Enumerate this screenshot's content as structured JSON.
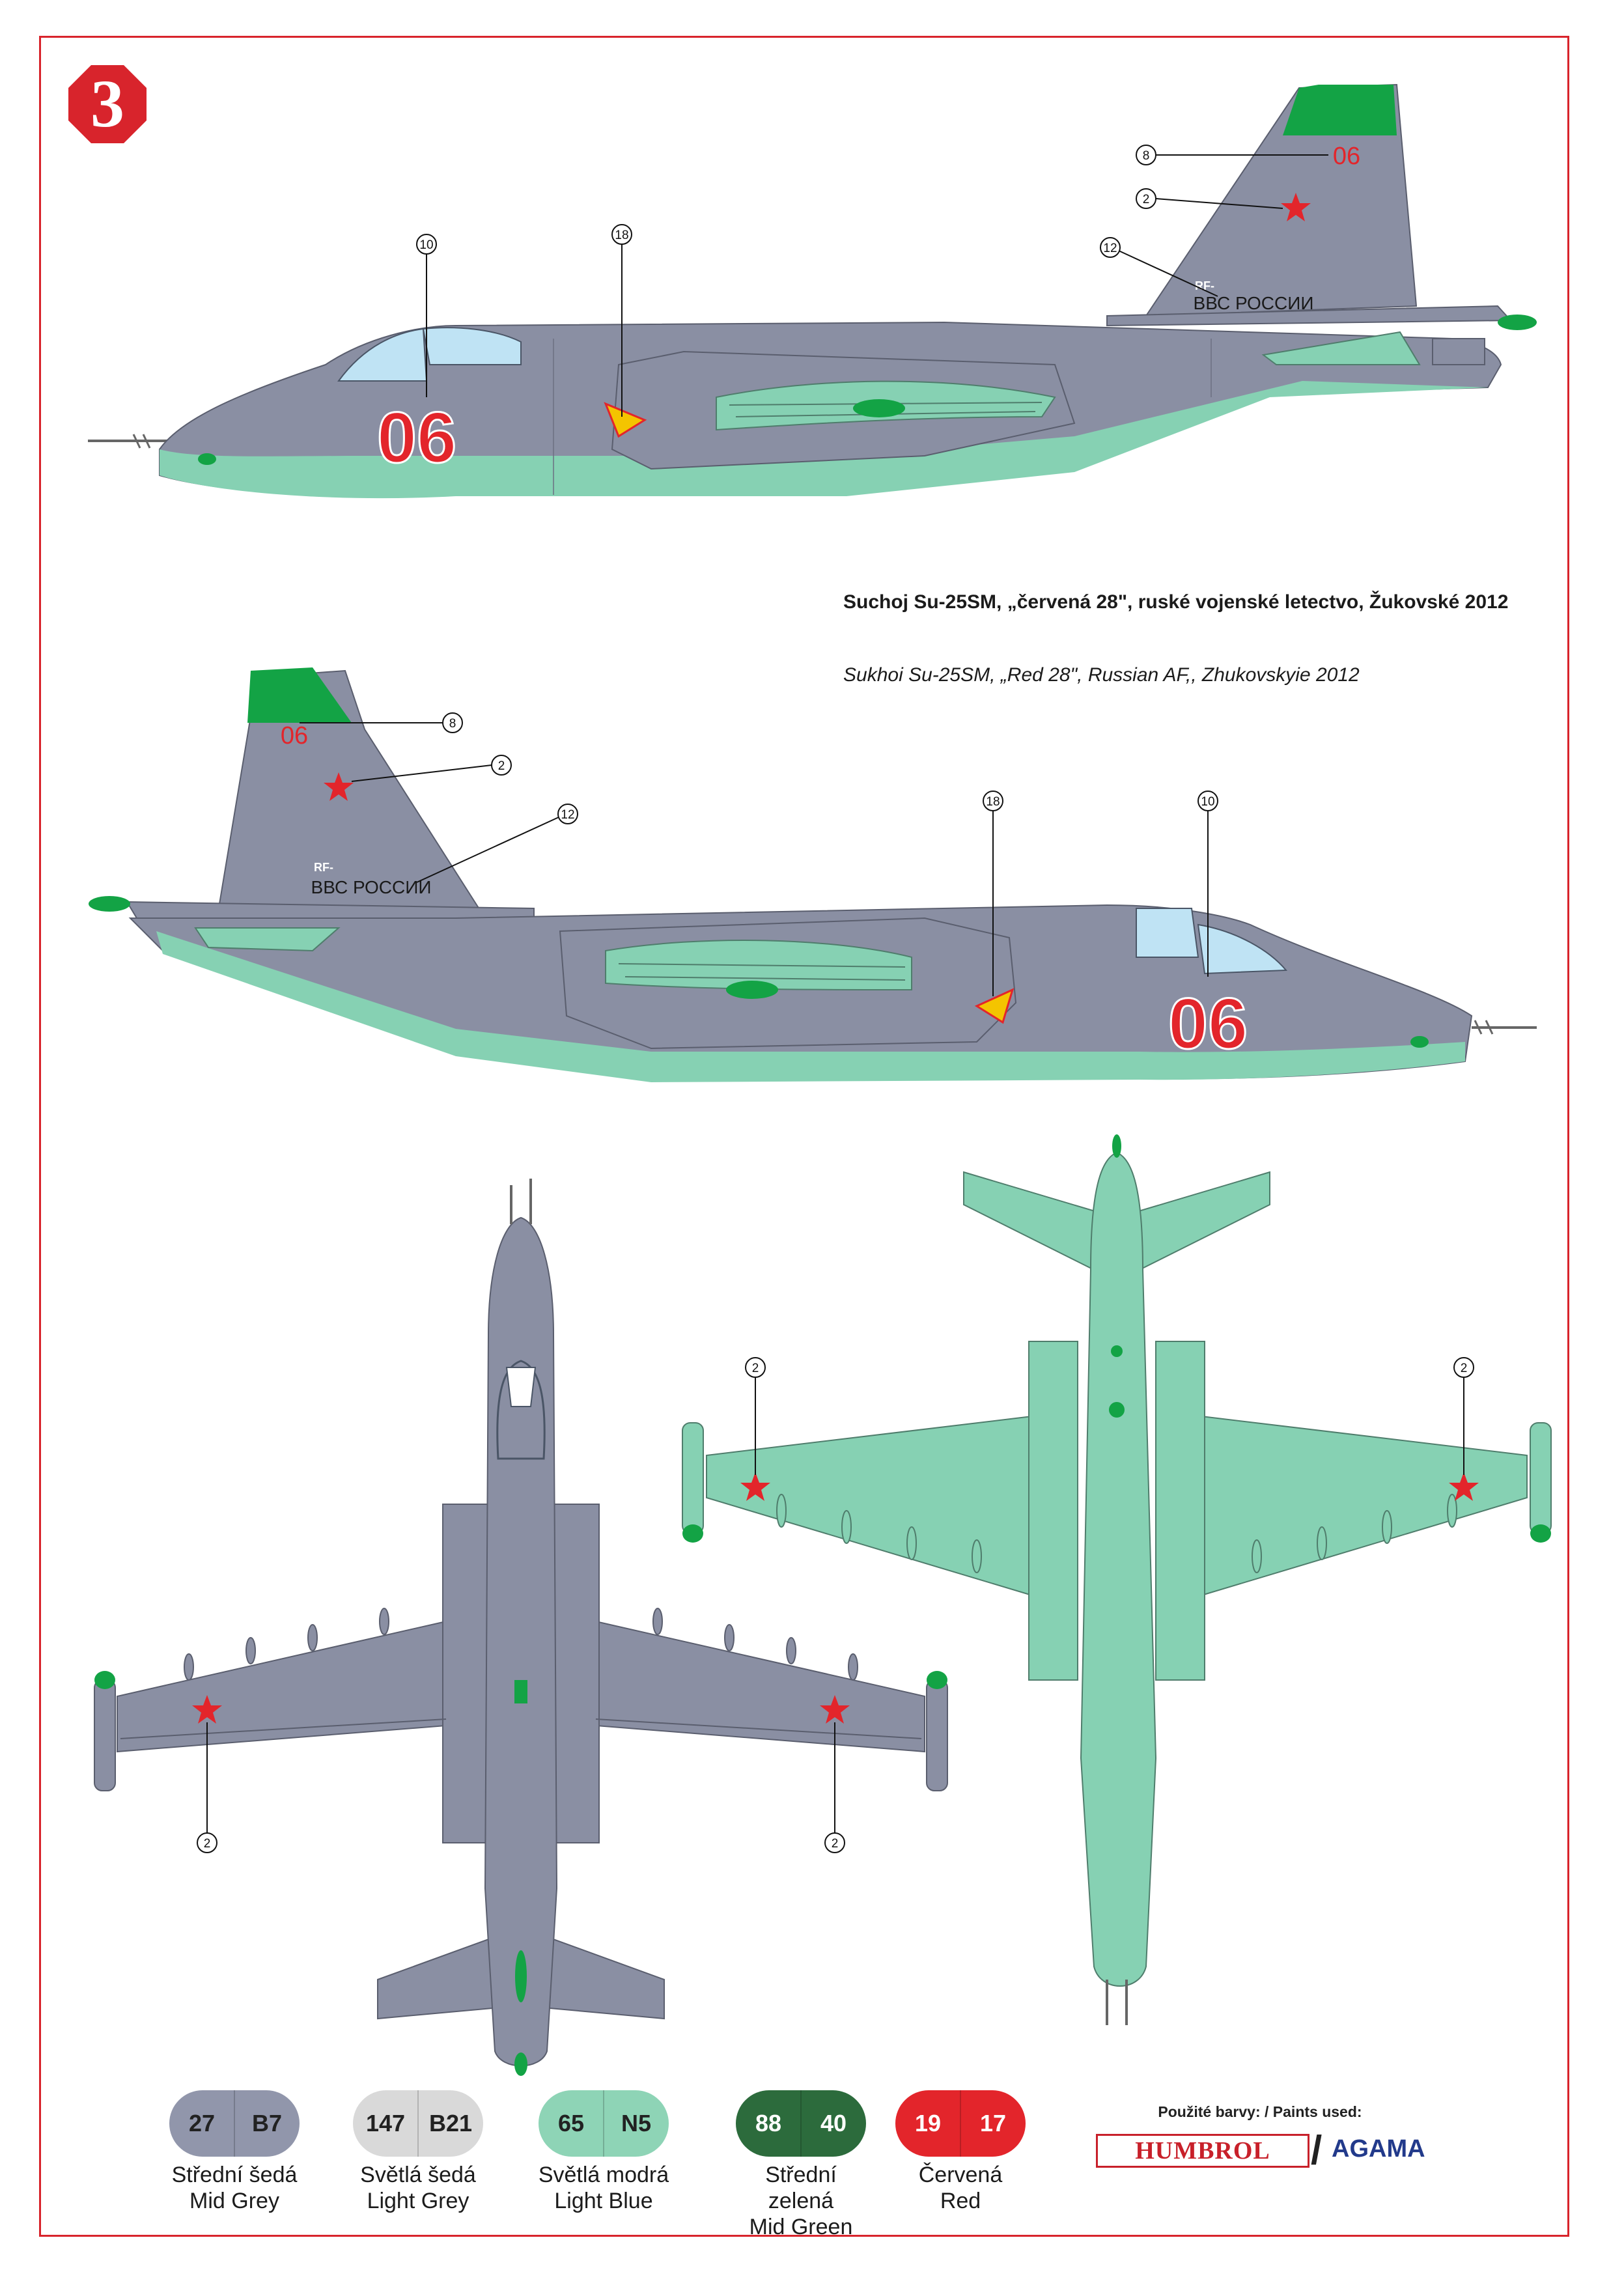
{
  "page_number": "3",
  "caption": {
    "czech": "Suchoj Su-25SM, „červená 28\", ruské vojenské letectvo, Žukovské 2012",
    "english": "Sukhoi Su-25SM, „Red 28\", Russian AF,, Zhukovskyie 2012"
  },
  "markings": {
    "nose_number": "06",
    "tail_number": "06",
    "registration_prefix": "RF-",
    "fuselage_text": "ВВС РОССИИ"
  },
  "callouts": {
    "c2": "2",
    "c8": "8",
    "c10": "10",
    "c12": "12",
    "c18": "18"
  },
  "colors": {
    "mid_grey": "#8a8fa3",
    "light_blue": "#86d1b3",
    "mid_green": "#13a345",
    "red": "#e3252b",
    "canopy": "#bfe3f4"
  },
  "paints": [
    {
      "humbrol": "27",
      "agama": "B7",
      "czech": "Střední šedá",
      "english": "Mid Grey",
      "color": "#9196ab",
      "text_color": "#222222"
    },
    {
      "humbrol": "147",
      "agama": "B21",
      "czech": "Světlá šedá",
      "english": "Light Grey",
      "color": "#d9d9d9",
      "text_color": "#222222"
    },
    {
      "humbrol": "65",
      "agama": "N5",
      "czech": "Světlá modrá",
      "english": "Light Blue",
      "color": "#8ed4b6",
      "text_color": "#222222"
    },
    {
      "humbrol": "88",
      "agama": "40",
      "czech": "Střední zelená",
      "english": "Mid Green",
      "color": "#2c6b3c",
      "text_color": "#ffffff"
    },
    {
      "humbrol": "19",
      "agama": "17",
      "czech": "Červená",
      "english": "Red",
      "color": "#e3252b",
      "text_color": "#ffffff"
    }
  ],
  "paints_header": "Použité barvy: / Paints used:",
  "brands": {
    "humbrol": "HUMBROL",
    "agama": "AGAMA"
  }
}
